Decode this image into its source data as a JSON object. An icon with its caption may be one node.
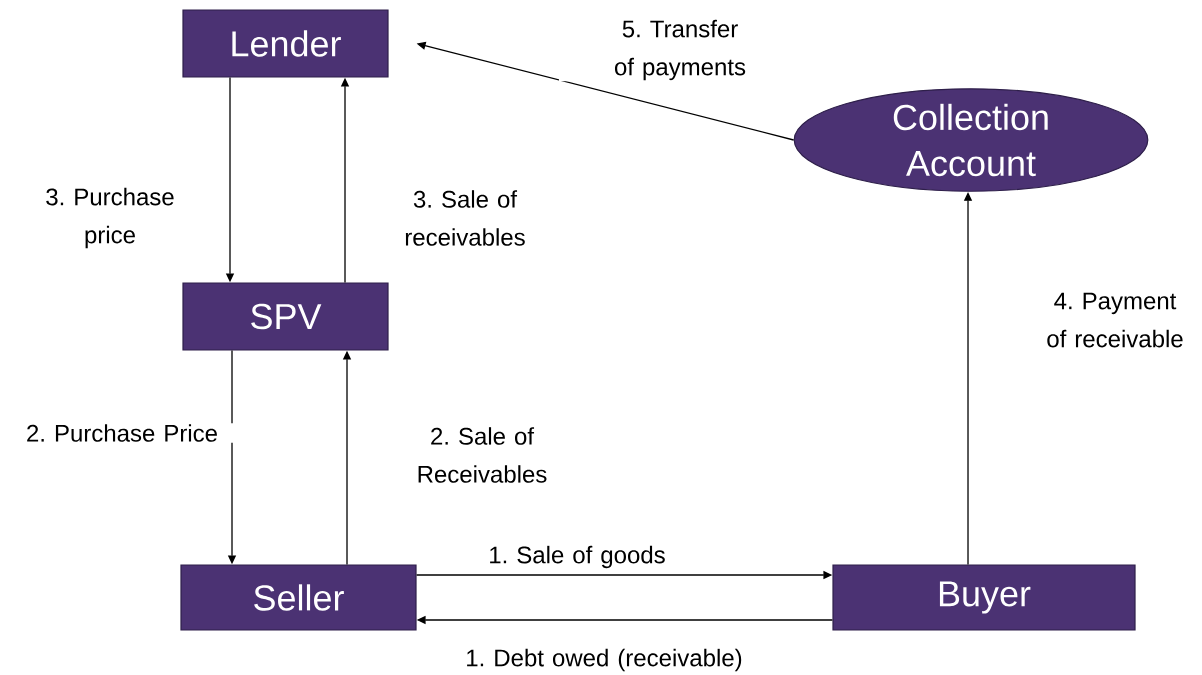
{
  "diagram": {
    "nodes": [
      {
        "text": [
          "Lender"
        ]
      },
      {
        "text": [
          "Collection Account"
        ]
      },
      {
        "text": [
          "SPV"
        ]
      },
      {
        "text": [
          "Seller"
        ]
      },
      {
        "text": [
          "Buyer"
        ]
      }
    ],
    "edges": [
      {
        "from": 0,
        "to": 2,
        "arrow": "to",
        "label": "3. Purchase price"
      },
      {
        "from": 2,
        "to": 0,
        "arrow": "to",
        "label": "3. Sale of receivables"
      },
      {
        "from": 2,
        "to": 3,
        "arrow": "to",
        "label": "2. Purchase Price"
      },
      {
        "from": 3,
        "to": 2,
        "arrow": "to",
        "label": "2. Sale of Receivables"
      },
      {
        "from": 3,
        "to": 4,
        "arrow": "to",
        "label": "1. Sale of goods"
      },
      {
        "from": 4,
        "to": 3,
        "arrow": "to",
        "label": "1. Debt owed (receivable)"
      },
      {
        "from": 4,
        "to": 1,
        "arrow": "to",
        "label": "4. Payment of receivable"
      },
      {
        "from": 1,
        "to": 0,
        "arrow": "to",
        "label": "5. Transfer of payments"
      }
    ]
  }
}
